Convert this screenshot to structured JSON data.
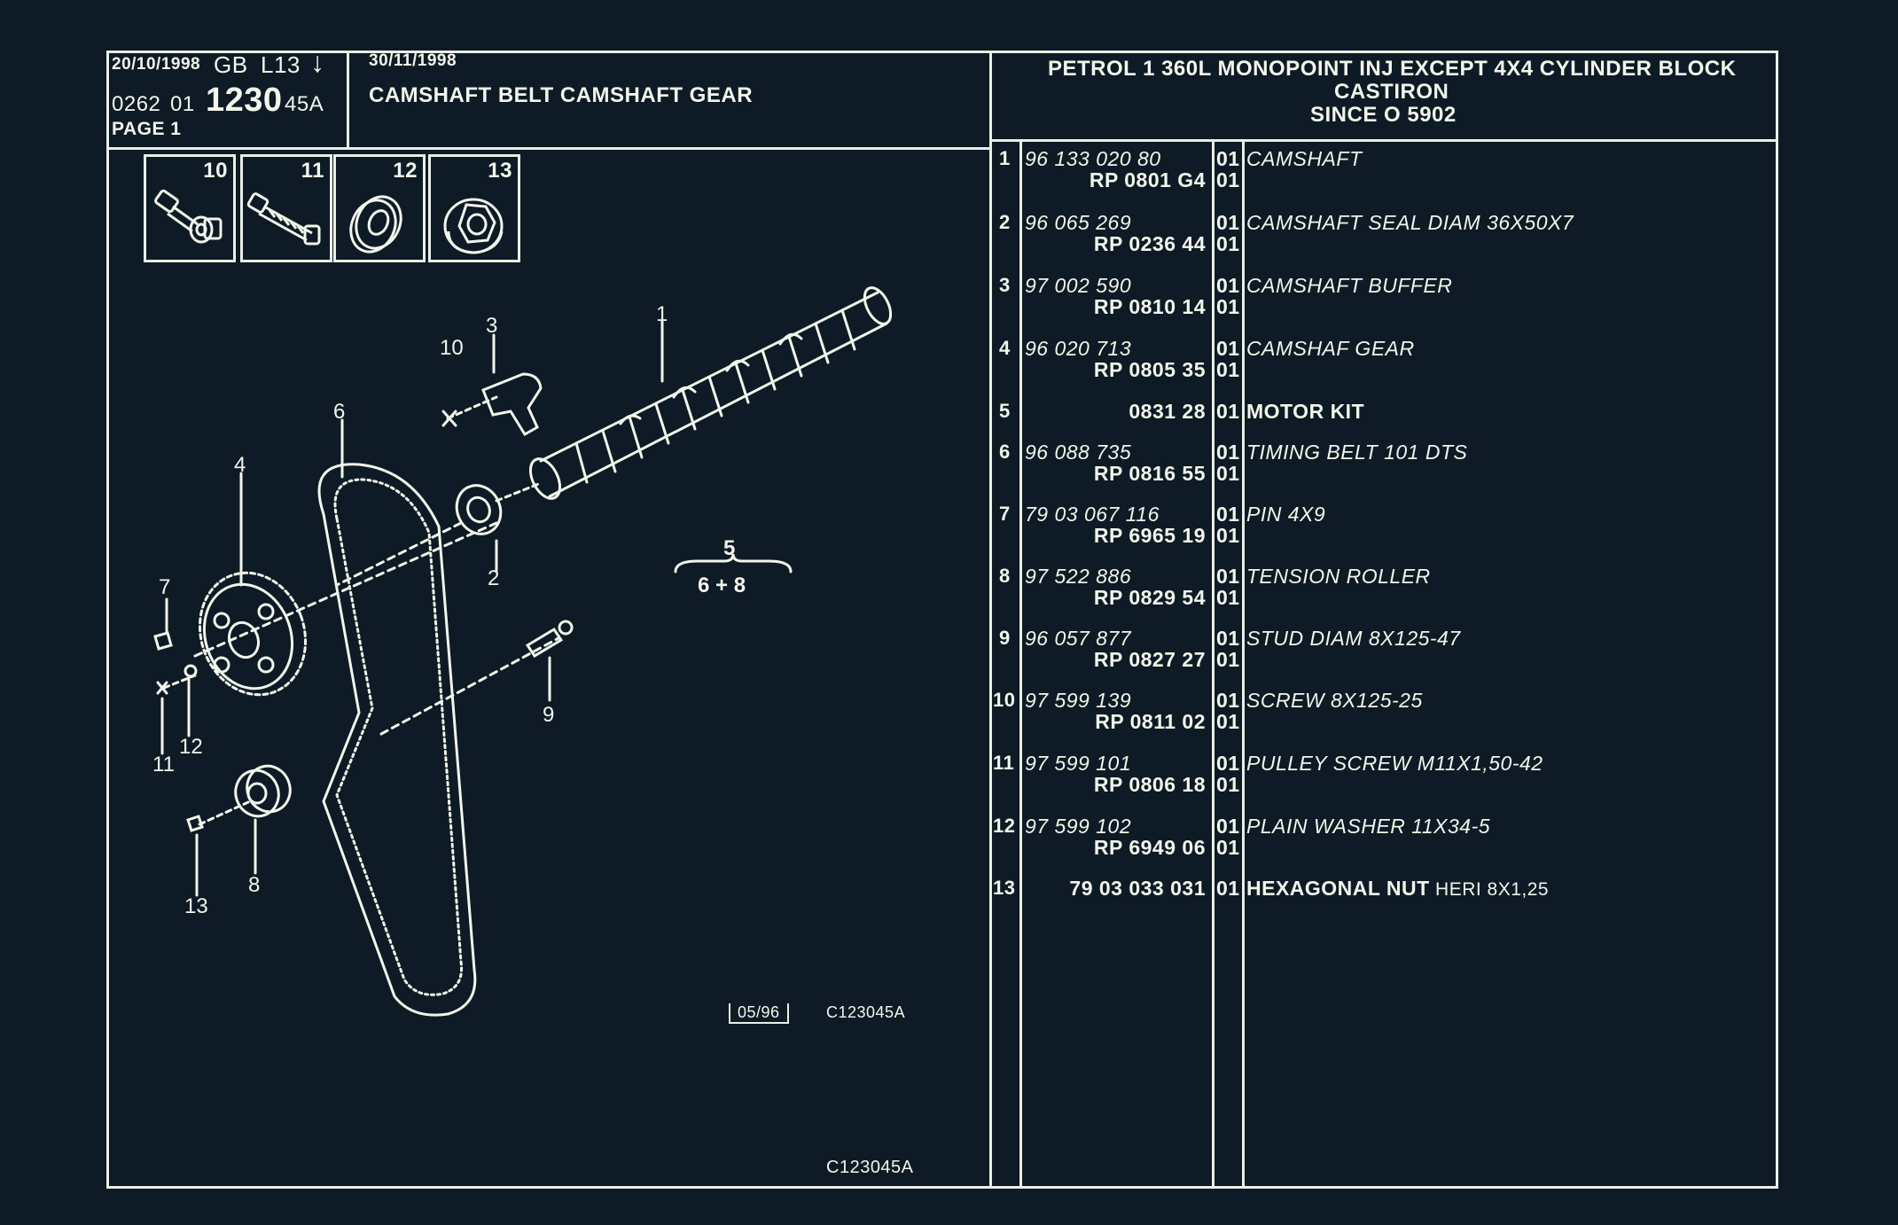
{
  "header": {
    "date1": "20/10/1998",
    "lang": "GB",
    "lcode": "L13",
    "arrow": "↓",
    "code_a": "0262",
    "code_b": "01",
    "code_main": "1230",
    "code_suffix": "45A",
    "page": "PAGE  1",
    "date2": "30/11/1998",
    "title": "CAMSHAFT BELT CAMSHAFT GEAR",
    "spec_line1": "PETROL 1 360L MONOPOINT INJ EXCEPT  4X4 CYLINDER BLOCK",
    "spec_line2": "CASTIRON",
    "spec_line3": "SINCE O   5902"
  },
  "ref_boxes": [
    {
      "num": "10",
      "icon": "screw-with-washer-icon"
    },
    {
      "num": "11",
      "icon": "bolt-icon"
    },
    {
      "num": "12",
      "icon": "washer-icon"
    },
    {
      "num": "13",
      "icon": "hex-nut-icon"
    }
  ],
  "diagram": {
    "callouts": [
      "1",
      "2",
      "3",
      "4",
      "5",
      "6",
      "7",
      "8",
      "9",
      "10",
      "11",
      "12",
      "13"
    ],
    "group_top": "5",
    "group_bottom": "6 + 8",
    "stamp": "05/96",
    "code_mid": "C123045A",
    "code_bottom": "C123045A"
  },
  "parts": [
    {
      "idx": "1",
      "pn": "96 133 020 80",
      "rp": "RP  0801 G4",
      "q1": "01",
      "q2": "01",
      "desc": "CAMSHAFT",
      "desc_extra": "",
      "bold": false
    },
    {
      "idx": "2",
      "pn": "96 065 269",
      "rp": "RP  0236 44",
      "q1": "01",
      "q2": "01",
      "desc": "CAMSHAFT SEAL DIAM 36X50X7",
      "desc_extra": "",
      "bold": false
    },
    {
      "idx": "3",
      "pn": "97 002 590",
      "rp": "RP  0810 14",
      "q1": "01",
      "q2": "01",
      "desc": "CAMSHAFT BUFFER",
      "desc_extra": "",
      "bold": false
    },
    {
      "idx": "4",
      "pn": "96 020 713",
      "rp": "RP  0805 35",
      "q1": "01",
      "q2": "01",
      "desc": "CAMSHAF GEAR",
      "desc_extra": "",
      "bold": false
    },
    {
      "idx": "5",
      "pn": "",
      "rp": "0831 28",
      "q1": "01",
      "q2": "",
      "desc": "MOTOR KIT",
      "desc_extra": "",
      "bold": true
    },
    {
      "idx": "6",
      "pn": "96 088 735",
      "rp": "RP  0816 55",
      "q1": "01",
      "q2": "01",
      "desc": "TIMING BELT 101 DTS",
      "desc_extra": "",
      "bold": false
    },
    {
      "idx": "7",
      "pn": "79 03 067 116",
      "rp": "RP  6965 19",
      "q1": "01",
      "q2": "01",
      "desc": "PIN 4X9",
      "desc_extra": "",
      "bold": false
    },
    {
      "idx": "8",
      "pn": "97 522 886",
      "rp": "RP  0829 54",
      "q1": "01",
      "q2": "01",
      "desc": "TENSION ROLLER",
      "desc_extra": "",
      "bold": false
    },
    {
      "idx": "9",
      "pn": "96 057 877",
      "rp": "RP  0827 27",
      "q1": "01",
      "q2": "01",
      "desc": "STUD DIAM 8X125-47",
      "desc_extra": "",
      "bold": false
    },
    {
      "idx": "10",
      "pn": "97 599 139",
      "rp": "RP  0811 02",
      "q1": "01",
      "q2": "01",
      "desc": "SCREW 8X125-25",
      "desc_extra": "",
      "bold": false
    },
    {
      "idx": "11",
      "pn": "97 599 101",
      "rp": "RP  0806 18",
      "q1": "01",
      "q2": "01",
      "desc": "PULLEY SCREW M11X1,50-42",
      "desc_extra": "",
      "bold": false
    },
    {
      "idx": "12",
      "pn": "97 599 102",
      "rp": "RP  6949 06",
      "q1": "01",
      "q2": "01",
      "desc": "PLAIN WASHER 11X34-5",
      "desc_extra": "",
      "bold": false
    },
    {
      "idx": "13",
      "pn": "",
      "rp": "79 03 033 031",
      "q1": "01",
      "q2": "",
      "desc": "HEXAGONAL NUT",
      "desc_extra": "HERI 8X1,25",
      "bold": true
    }
  ]
}
